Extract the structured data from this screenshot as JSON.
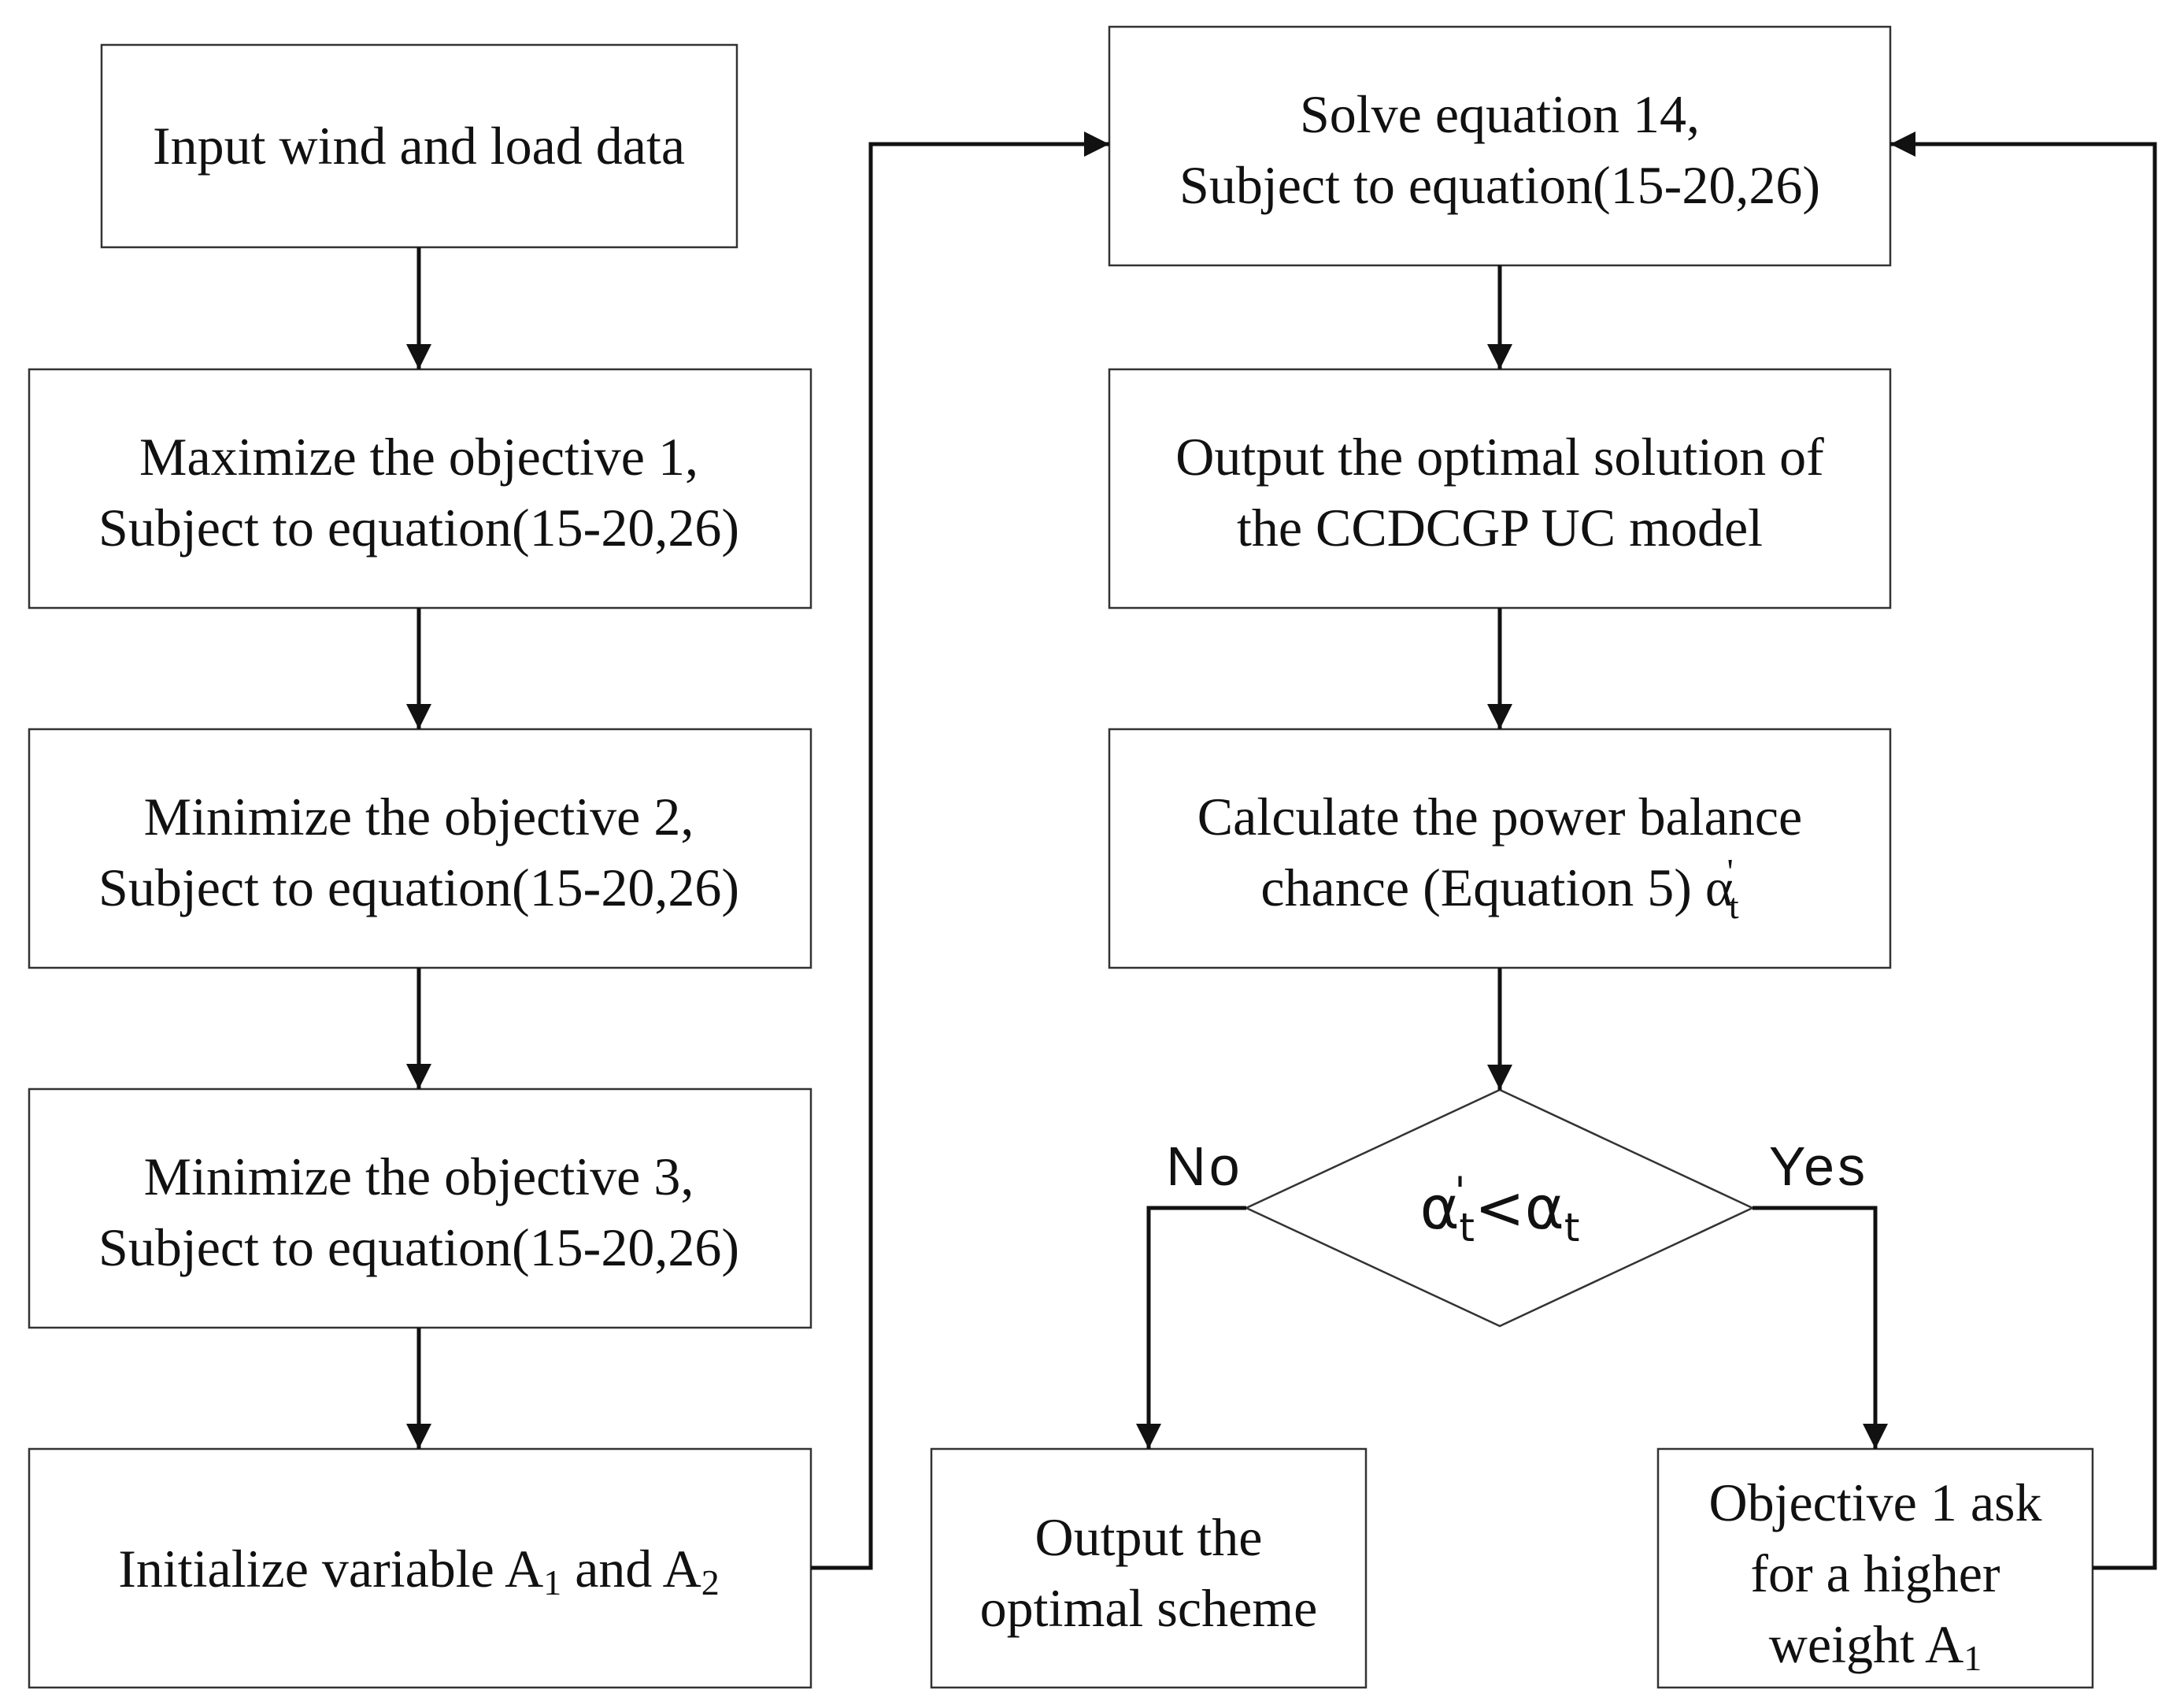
{
  "nodes": {
    "input": {
      "line1": "Input wind and load data"
    },
    "max1": {
      "line1": "Maximize the objective 1,",
      "line2": "Subject to equation(15-20,26)"
    },
    "min2": {
      "line1": "Minimize the objective 2,",
      "line2": "Subject to equation(15-20,26)"
    },
    "min3": {
      "line1": "Minimize the objective 3,",
      "line2": "Subject to equation(15-20,26)"
    },
    "init": {
      "prefix": "Initialize variable A",
      "sub1": "1",
      "mid": " and A",
      "sub2": "2"
    },
    "solve": {
      "line1": "Solve equation 14,",
      "line2": "Subject to equation(15-20,26)"
    },
    "output_opt": {
      "line1": "Output the optimal solution of",
      "line2": "the CCDCGP UC model"
    },
    "calc": {
      "line1": "Calculate the power balance",
      "line2_prefix": "chance (Equation 5) ",
      "alpha": "α",
      "prime": "'",
      "sub_t": "t"
    },
    "decision": {
      "alpha": "α",
      "prime": "'",
      "sub_t": "t",
      "lt": "<",
      "alpha2": "α",
      "sub_t2": "t"
    },
    "output_scheme": {
      "line1": "Output the",
      "line2": "optimal scheme"
    },
    "objective": {
      "line1": "Objective 1 ask",
      "line2": "for a higher",
      "line3_prefix": "weight A",
      "line3_sub": "1"
    }
  },
  "edge_labels": {
    "no": "No",
    "yes": "Yes"
  }
}
